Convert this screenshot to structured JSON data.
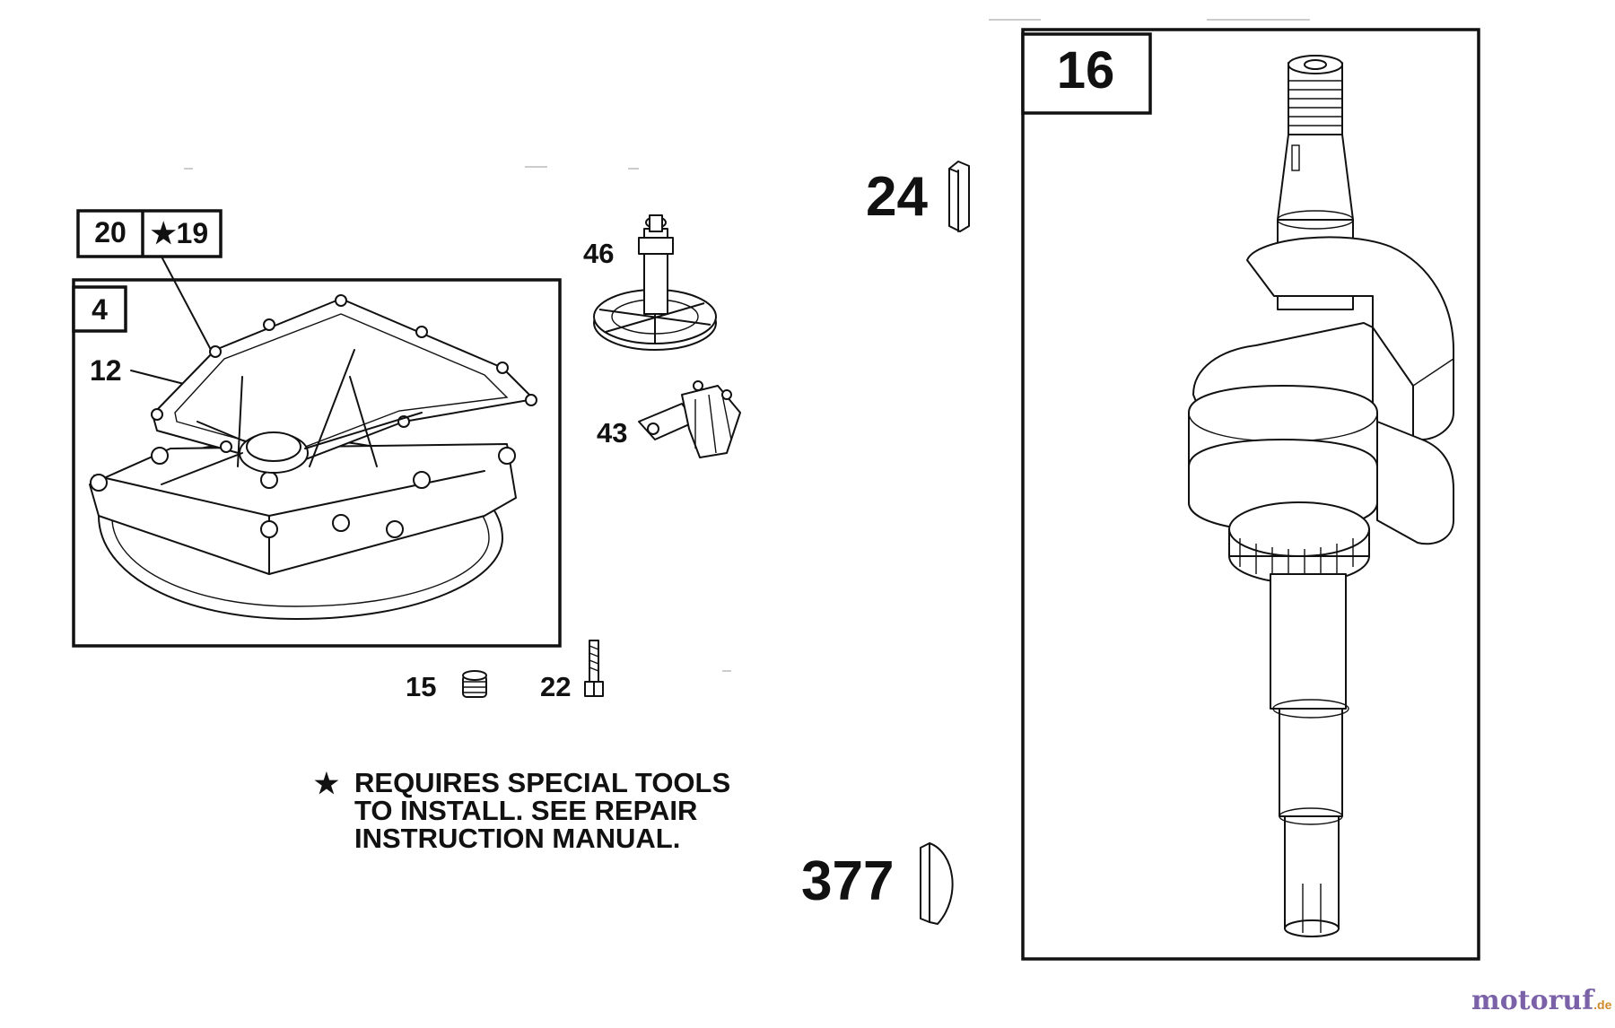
{
  "callouts": {
    "part_20": "20",
    "part_19": "★19",
    "part_4": "4",
    "part_12": "12",
    "part_46": "46",
    "part_43": "43",
    "part_15": "15",
    "part_22": "22",
    "part_24": "24",
    "part_16": "16",
    "part_377": "377"
  },
  "note": {
    "star": "★",
    "line1": "REQUIRES SPECIAL TOOLS",
    "line2": "TO INSTALL.  SEE REPAIR",
    "line3": "INSTRUCTION MANUAL."
  },
  "watermark": {
    "main": "motoruf",
    "suffix": ".de"
  },
  "icons": [
    "crankcase-cover",
    "governor-gear-assembly",
    "governor-crank",
    "plug",
    "screw",
    "key",
    "crankshaft"
  ]
}
